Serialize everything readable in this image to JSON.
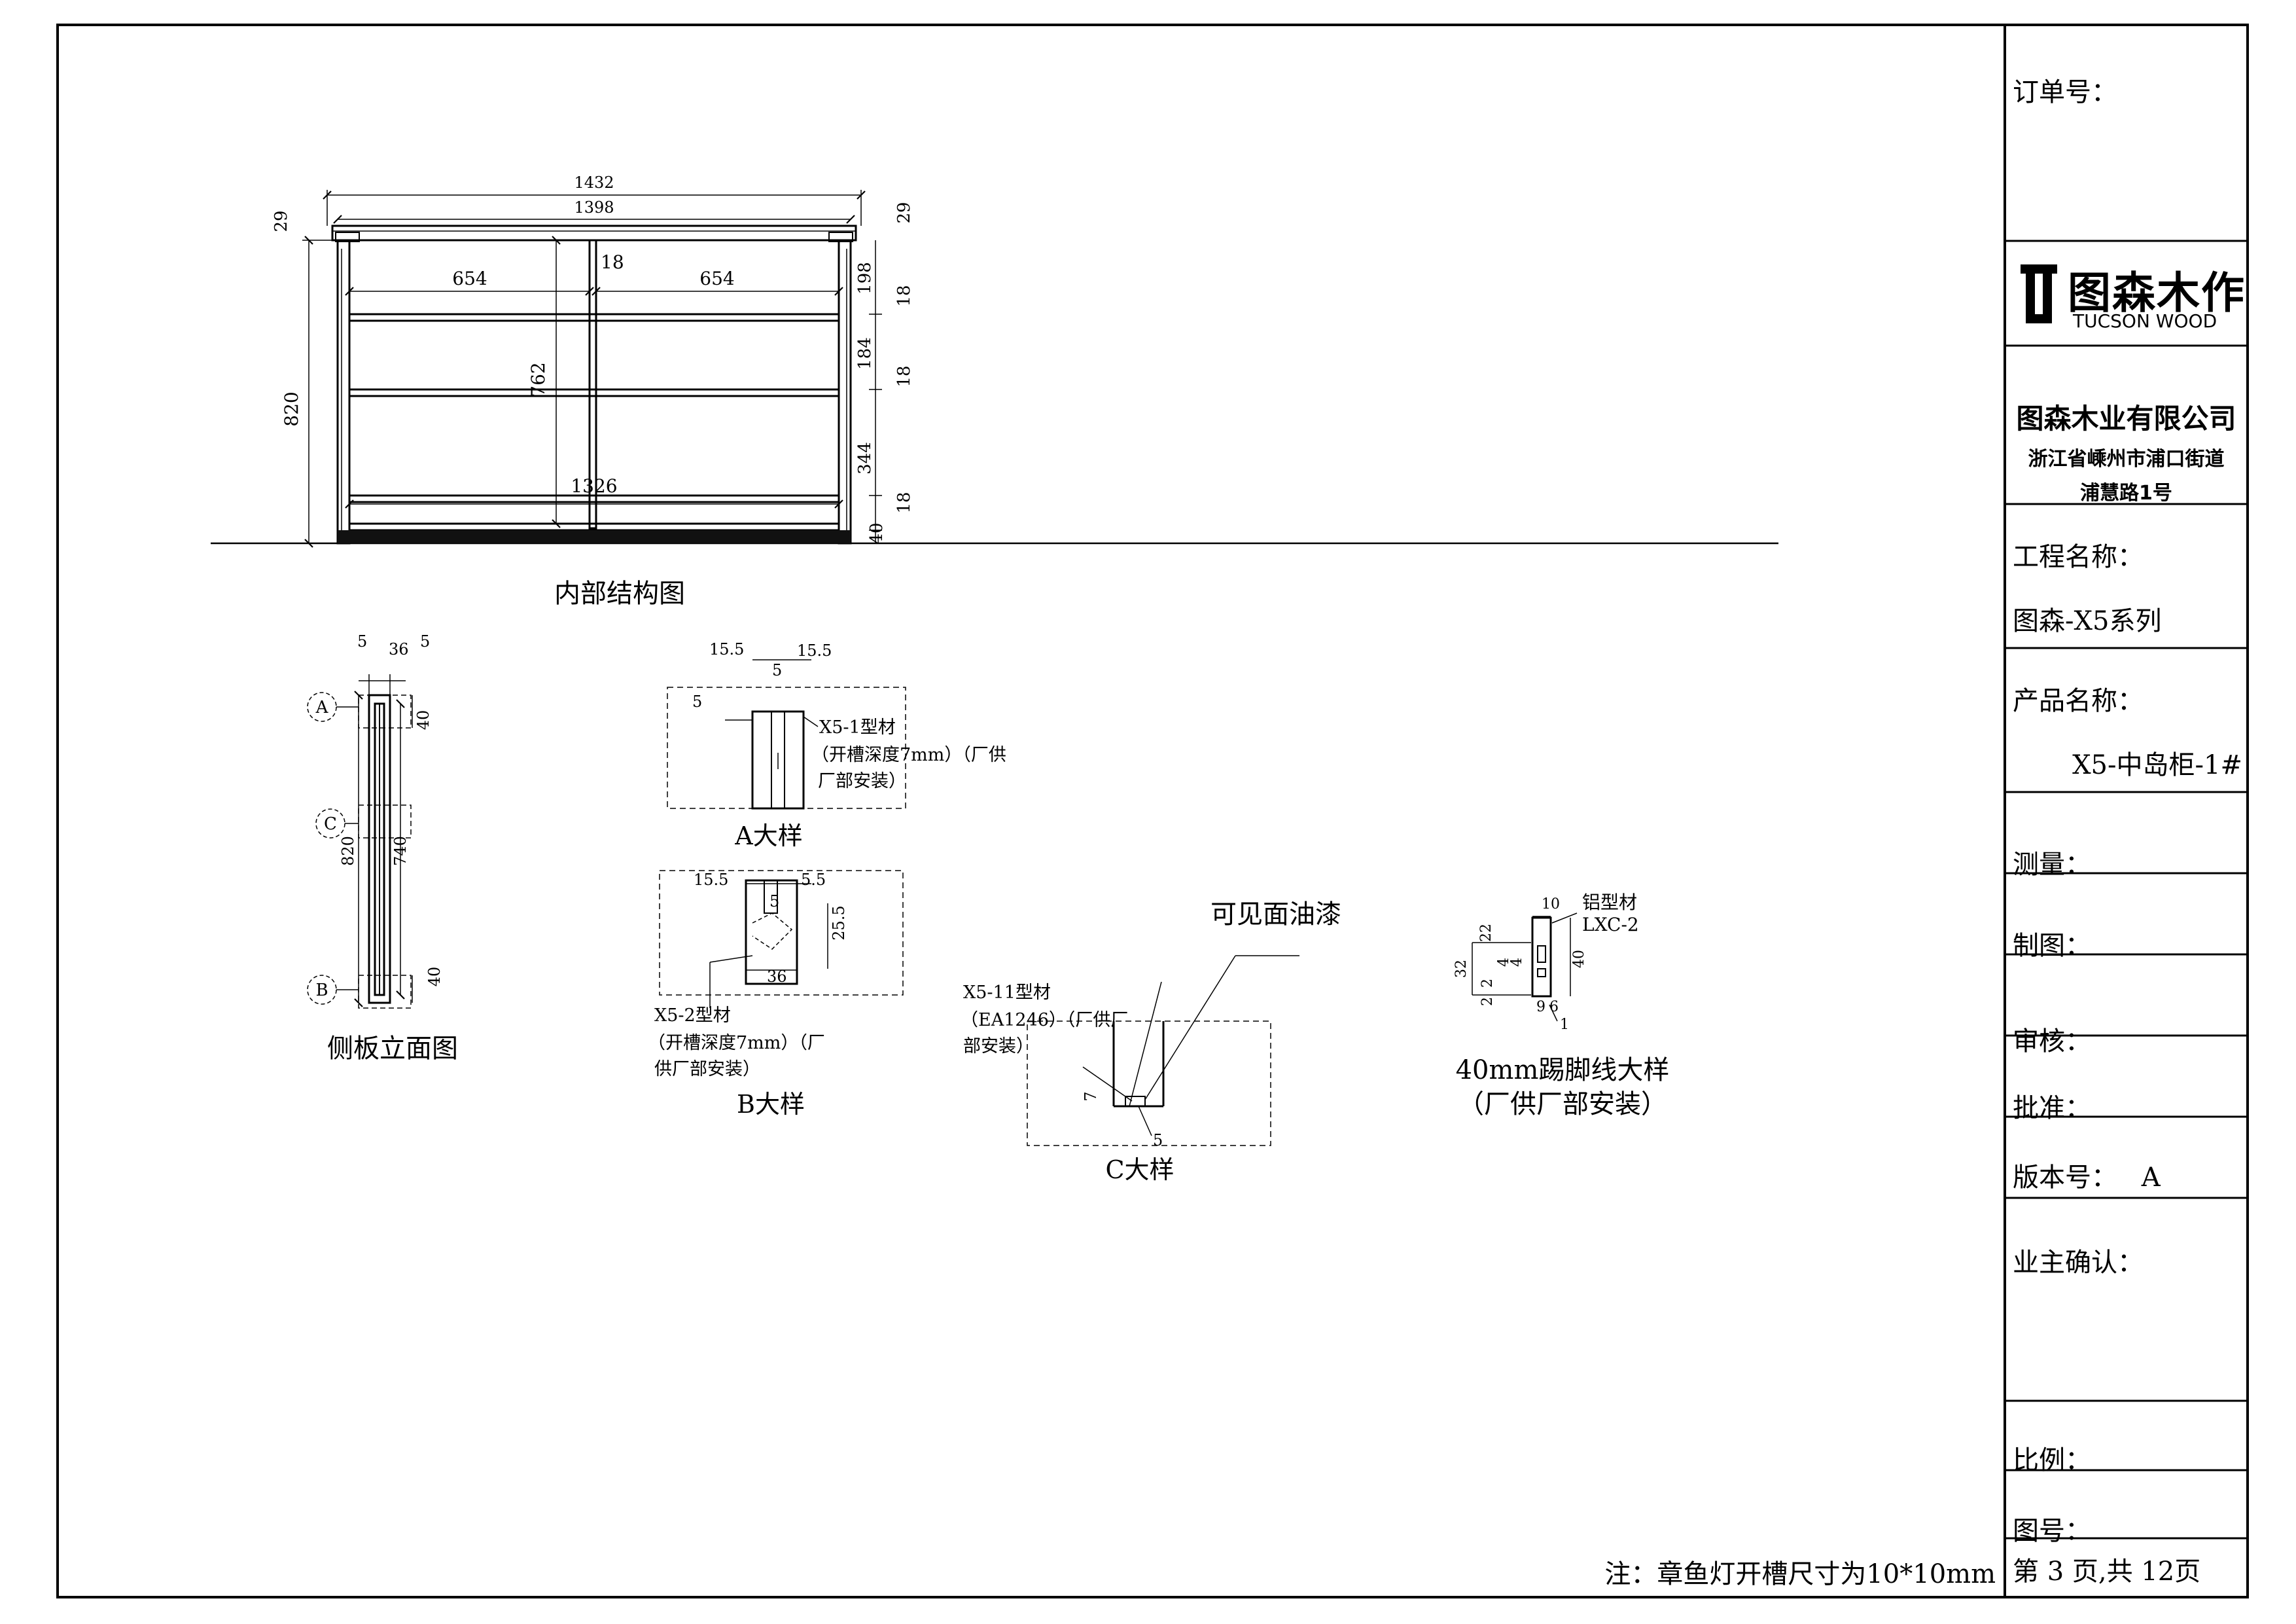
{
  "drawing": {
    "main_view": {
      "title": "内部结构图",
      "dims": {
        "overall_width": "1432",
        "top_width": "1398",
        "bay_left": "654",
        "bay_right": "654",
        "divider": "18",
        "height": "820",
        "inner_height": "762",
        "bottom_width": "1326",
        "top_thk_left": "29",
        "top_thk_right": "29",
        "gap_1": "198",
        "shelf_1": "18",
        "gap_2": "184",
        "shelf_2": "18",
        "gap_3": "344",
        "bottom_panel": "18",
        "plinth": "40"
      }
    },
    "side_view": {
      "title": "侧板立面图",
      "dims": {
        "w1": "5",
        "w2": "36",
        "w3": "5",
        "top": "40",
        "height": "820",
        "inner": "740",
        "bottom": "40"
      },
      "markers": [
        "A",
        "C",
        "B"
      ]
    },
    "detail_a": {
      "title": "A大样",
      "dims": {
        "left": "15.5",
        "mid": "5",
        "right": "15.5",
        "depth": "5"
      },
      "note": [
        "X5-1型材",
        "（开槽深度7mm）（厂供",
        "厂部安装）"
      ]
    },
    "detail_b": {
      "title": "B大样",
      "dims": {
        "left": "15.5",
        "mid": "5",
        "right": "5.5",
        "side": "25.5",
        "bottom": "36"
      },
      "note": [
        "X5-2型材",
        "（开槽深度7mm）（厂",
        "供厂部安装）"
      ]
    },
    "detail_c": {
      "title": "C大样",
      "callout": "可见面油漆",
      "dims": {
        "v": "7",
        "h": "5"
      },
      "note": [
        "X5-11型材",
        "（EA1246）（厂供厂",
        "部安装）"
      ]
    },
    "detail_plinth": {
      "title": [
        "40mm踢脚线大样",
        "（厂供厂部安装）"
      ],
      "material": [
        "铝型材",
        "LXC-2"
      ],
      "dims": {
        "top": "10",
        "total": "32",
        "d1": "22",
        "d2": "4",
        "d3": "4",
        "d4": "2",
        "d5": "2",
        "h": "40",
        "b1": "9",
        "b2": "6",
        "b3": "1"
      }
    },
    "footnote": "注：章鱼灯开槽尺寸为10*10mm"
  },
  "title_block": {
    "order_no_label": "订单号：",
    "logo_cn": "图森木作",
    "logo_en": "TUCSON WOOD",
    "company_name": "图森木业有限公司",
    "address_line1": "浙江省嵊州市浦口街道",
    "address_line2": "浦慧路1号",
    "project_label": "工程名称：",
    "project_value": "图森-X5系列",
    "product_label": "产品名称：",
    "product_value": "X5-中岛柜-1#",
    "measure_label": "测量：",
    "draw_label": "制图：",
    "review_label": "审核：",
    "approve_label": "批准：",
    "version_label": "版本号：",
    "version_value": "A",
    "owner_label": "业主确认：",
    "scale_label": "比例：",
    "drawing_no_label": "图号：",
    "page_info": "第 3 页,共 12页"
  }
}
